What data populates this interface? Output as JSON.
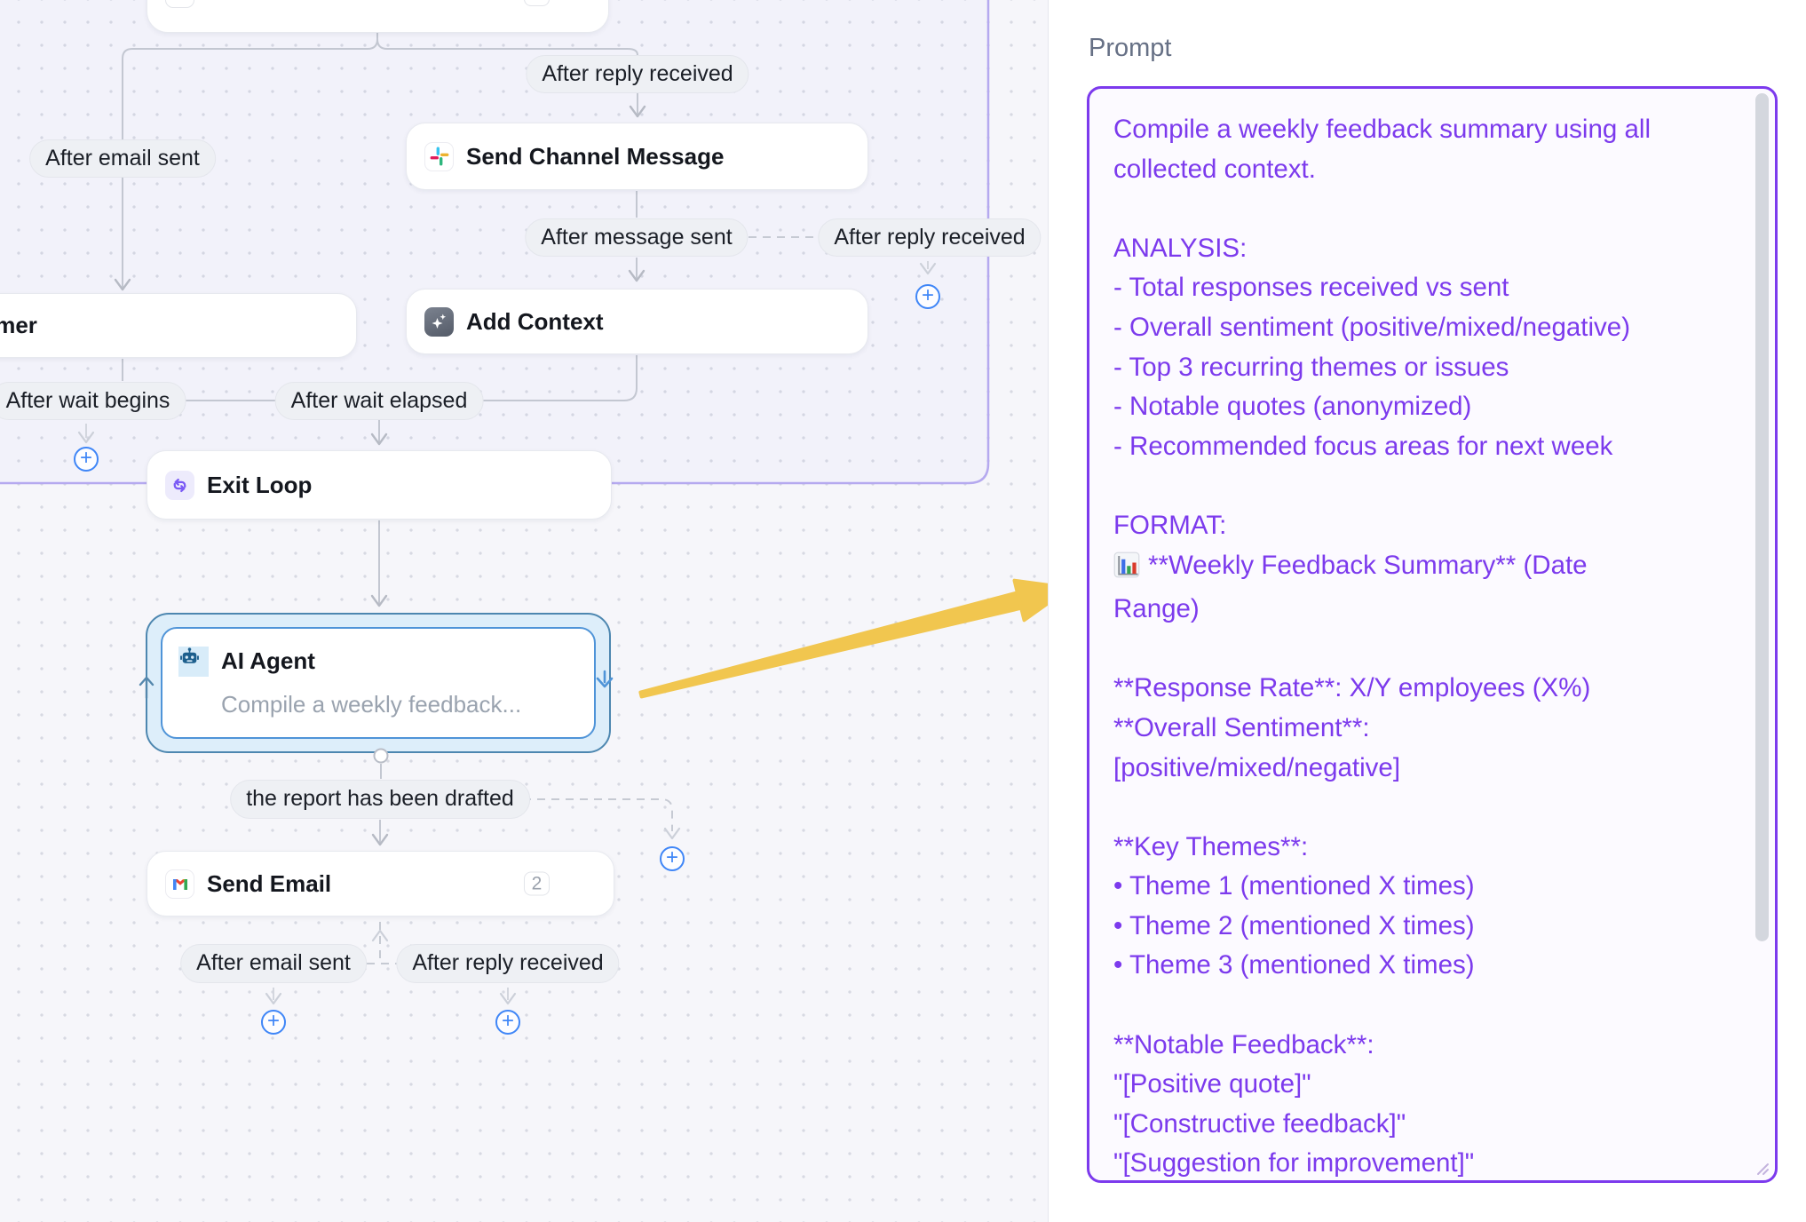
{
  "colors": {
    "accent": "#7c3aed",
    "blue": "#3f86f7",
    "edge": "#c3c7d1",
    "selection_blue": "#4f94d8",
    "loop_border": "#b5a9ef",
    "annotation_yellow": "#f1c64f"
  },
  "canvas": {
    "nodes": {
      "timer": {
        "visible_label": "imer"
      },
      "send_channel_message": {
        "label": "Send Channel Message"
      },
      "add_context": {
        "label": "Add Context"
      },
      "exit_loop": {
        "label": "Exit Loop"
      },
      "ai_agent": {
        "label": "AI Agent",
        "subtitle": "Compile a weekly feedback..."
      },
      "send_email": {
        "label": "Send Email",
        "badge_count": "2"
      }
    },
    "pills": {
      "after_reply_received_top": "After reply received",
      "after_email_sent_top": "After email sent",
      "after_message_sent": "After message sent",
      "after_reply_received_mid": "After reply received",
      "after_wait_begins": "After wait begins",
      "after_wait_elapsed": "After wait elapsed",
      "report_drafted": "the report has been drafted",
      "after_email_sent_bottom": "After email sent",
      "after_reply_received_bottom": "After reply received"
    }
  },
  "panel": {
    "title": "Prompt",
    "prompt_lines": [
      "Compile a weekly feedback summary using all",
      "collected context.",
      "",
      "ANALYSIS:",
      "- Total responses received vs sent",
      "- Overall sentiment (positive/mixed/negative)",
      "- Top 3 recurring themes or issues",
      "- Notable quotes (anonymized)",
      "- Recommended focus areas for next week",
      "",
      "FORMAT:",
      "📊 **Weekly Feedback Summary** (Date",
      "Range)",
      "",
      "**Response Rate**: X/Y employees (X%)",
      "**Overall Sentiment**:",
      "[positive/mixed/negative]",
      "",
      "**Key Themes**:",
      "• Theme 1 (mentioned X times)",
      "• Theme 2 (mentioned X times)",
      "• Theme 3 (mentioned X times)",
      "",
      "**Notable Feedback**:",
      "\"[Positive quote]\"",
      "\"[Constructive feedback]\"",
      "\"[Suggestion for improvement]\""
    ]
  }
}
